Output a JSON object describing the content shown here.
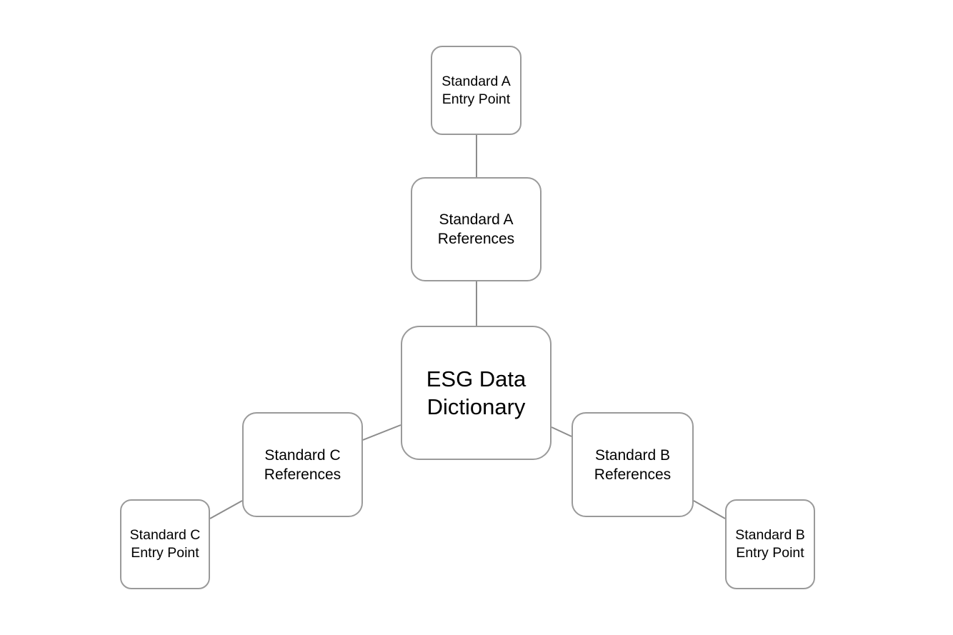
{
  "diagram": {
    "type": "hub-and-spoke",
    "line_color": "#8c8c8c",
    "border_color": "#9a9a9a",
    "nodes": {
      "center": {
        "lines": [
          "ESG Data",
          "Dictionary"
        ]
      },
      "a_references": {
        "lines": [
          "Standard A",
          "References"
        ]
      },
      "a_entry": {
        "lines": [
          "Standard A",
          "Entry Point"
        ]
      },
      "b_references": {
        "lines": [
          "Standard B",
          "References"
        ]
      },
      "b_entry": {
        "lines": [
          "Standard B",
          "Entry Point"
        ]
      },
      "c_references": {
        "lines": [
          "Standard C",
          "References"
        ]
      },
      "c_entry": {
        "lines": [
          "Standard C",
          "Entry Point"
        ]
      }
    },
    "edges": [
      {
        "from": "a_entry",
        "to": "a_references"
      },
      {
        "from": "a_references",
        "to": "center"
      },
      {
        "from": "center",
        "to": "b_references"
      },
      {
        "from": "b_references",
        "to": "b_entry"
      },
      {
        "from": "center",
        "to": "c_references"
      },
      {
        "from": "c_references",
        "to": "c_entry"
      }
    ]
  }
}
